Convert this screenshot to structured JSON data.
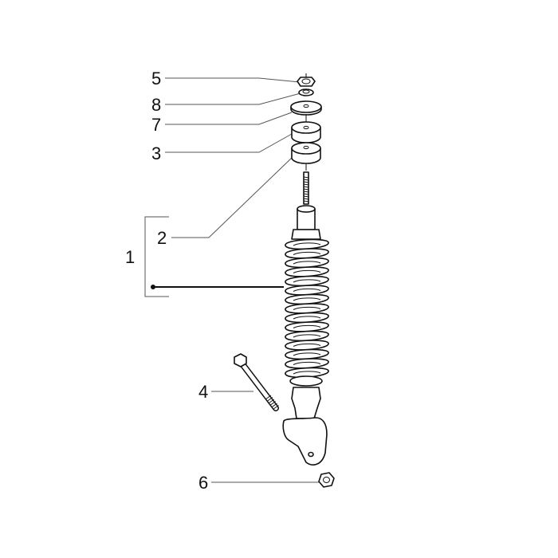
{
  "diagram": {
    "callouts": [
      {
        "id": "5",
        "label": "5"
      },
      {
        "id": "8",
        "label": "8"
      },
      {
        "id": "7",
        "label": "7"
      },
      {
        "id": "3",
        "label": "3"
      },
      {
        "id": "2",
        "label": "2"
      },
      {
        "id": "1",
        "label": "1"
      },
      {
        "id": "4",
        "label": "4"
      },
      {
        "id": "6",
        "label": "6"
      }
    ]
  }
}
